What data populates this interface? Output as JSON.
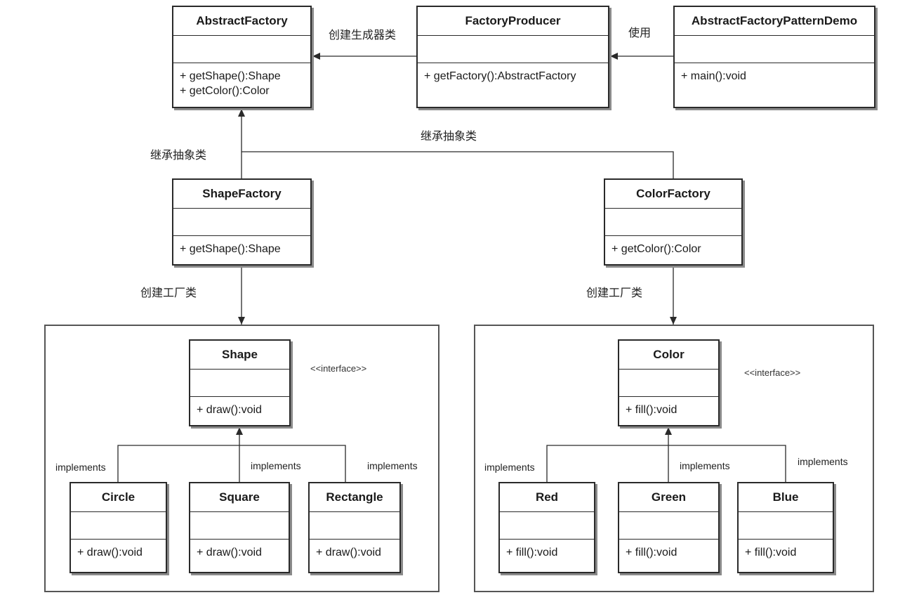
{
  "classes": {
    "abstract_factory": {
      "name": "AbstractFactory",
      "ops": [
        "+ getShape():Shape",
        "+ getColor():Color"
      ]
    },
    "factory_producer": {
      "name": "FactoryProducer",
      "ops": [
        "+ getFactory():AbstractFactory"
      ]
    },
    "demo": {
      "name": "AbstractFactoryPatternDemo",
      "ops": [
        "+ main():void"
      ]
    },
    "shape_factory": {
      "name": "ShapeFactory",
      "ops": [
        "+ getShape():Shape"
      ]
    },
    "color_factory": {
      "name": "ColorFactory",
      "ops": [
        "+ getColor():Color"
      ]
    },
    "shape": {
      "name": "Shape",
      "ops": [
        "+ draw():void"
      ]
    },
    "color": {
      "name": "Color",
      "ops": [
        "+ fill():void"
      ]
    },
    "circle": {
      "name": "Circle",
      "ops": [
        "+ draw():void"
      ]
    },
    "square": {
      "name": "Square",
      "ops": [
        "+ draw():void"
      ]
    },
    "rectangle": {
      "name": "Rectangle",
      "ops": [
        "+ draw():void"
      ]
    },
    "red": {
      "name": "Red",
      "ops": [
        "+ fill():void"
      ]
    },
    "green": {
      "name": "Green",
      "ops": [
        "+ fill():void"
      ]
    },
    "blue": {
      "name": "Blue",
      "ops": [
        "+ fill():void"
      ]
    }
  },
  "labels": {
    "create_generator": "创建生成器类",
    "use": "使用",
    "inherit_abstract_left": "继承抽象类",
    "inherit_abstract_right": "继承抽象类",
    "create_factory_left": "创建工厂类",
    "create_factory_right": "创建工厂类",
    "shape_interface": "<<interface>>",
    "color_interface": "<<interface>>",
    "impl_circle": "implements",
    "impl_square": "implements",
    "impl_rectangle": "implements",
    "impl_red": "implements",
    "impl_green": "implements",
    "impl_blue": "implements"
  },
  "colors": {
    "line": "#2a2a2a",
    "shadow": "#8a8a8a",
    "package_border": "#555555"
  }
}
